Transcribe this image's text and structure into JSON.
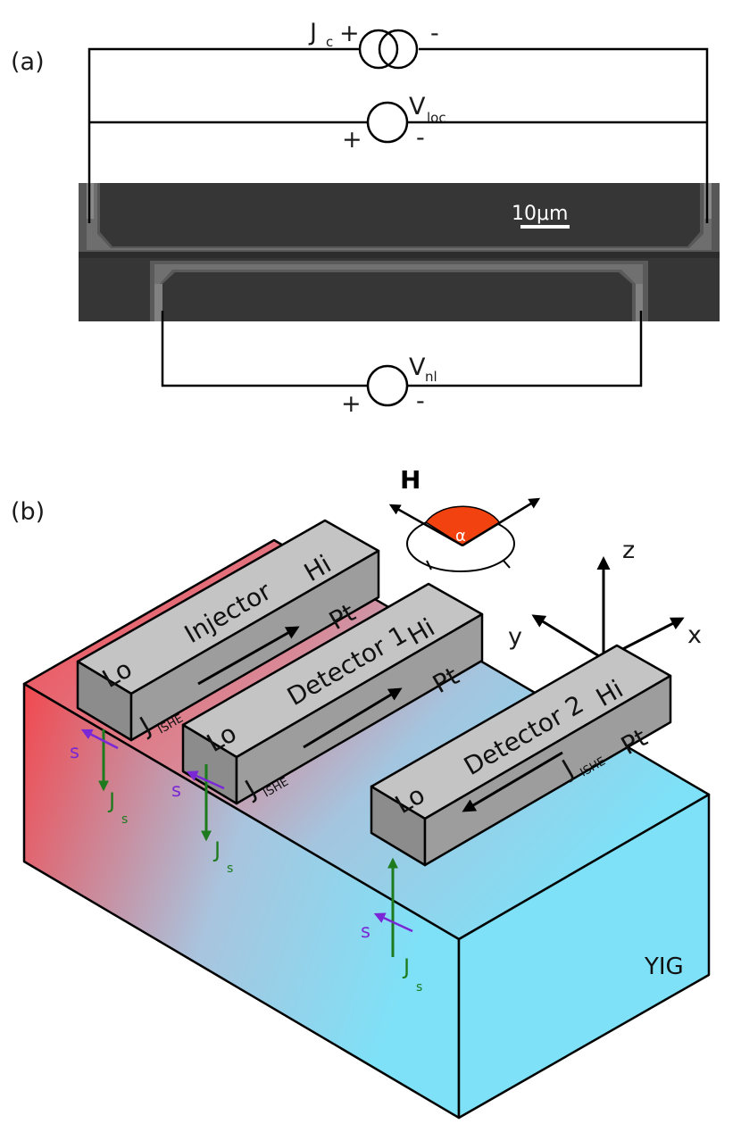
{
  "panel_a": {
    "label": "(a)",
    "jc_main": "J",
    "jc_sub": "c",
    "jc_plus": "+",
    "jc_minus": "-",
    "vloc_main": "V",
    "vloc_sub": "loc",
    "vloc_plus": "+",
    "vloc_minus": "-",
    "scale_label": "10μm",
    "vnl_main": "V",
    "vnl_sub": "nl",
    "vnl_plus": "+",
    "vnl_minus": "-"
  },
  "panel_b": {
    "label": "(b)",
    "field_label": "H",
    "angle_label": "α",
    "axis_z": "z",
    "axis_y": "y",
    "axis_x": "x",
    "substrate_label": "YIG",
    "bars": [
      {
        "name": "Injector",
        "lo": "Lo",
        "hi": "Hi",
        "material": "Pt",
        "current_main": "J",
        "current_sub": "ISHE"
      },
      {
        "name": "Detector 1",
        "lo": "Lo",
        "hi": "Hi",
        "material": "Pt",
        "current_main": "J",
        "current_sub": "ISHE"
      },
      {
        "name": "Detector 2",
        "lo": "Lo",
        "hi": "Hi",
        "material": "Pt",
        "current_main": "J",
        "current_sub": "ISHE"
      }
    ],
    "spin_label": "s",
    "spin_current_main": "J",
    "spin_current_sub": "s"
  },
  "colors": {
    "hot": "#f2484e",
    "cold": "#7ee1f7",
    "pt_gray": "#9d9d9d",
    "spin_current": "#1d7a1d",
    "spin": "#7a27d6",
    "angle_fill": "#f2420f"
  }
}
